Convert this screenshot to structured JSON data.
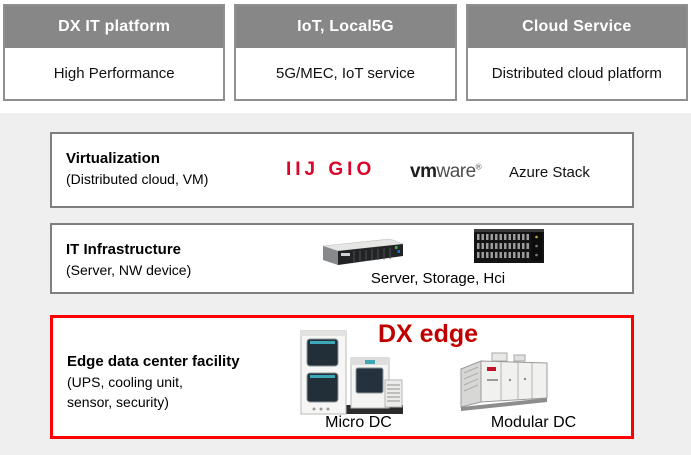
{
  "top_row": [
    {
      "header": "DX IT platform",
      "body": "High Performance"
    },
    {
      "header": "IoT, Local5G",
      "body": "5G/MEC, IoT service"
    },
    {
      "header": "Cloud Service",
      "body": "Distributed cloud platform"
    }
  ],
  "virtualization": {
    "title": "Virtualization",
    "subtitle": "(Distributed cloud, VM)",
    "logo_iij": "IIJ GIO",
    "logo_vm_bold": "vm",
    "logo_vm_light": "ware",
    "logo_vm_reg": "®",
    "logo_azure": "Azure Stack"
  },
  "it_infrastructure": {
    "title": "IT Infrastructure",
    "subtitle": "(Server, NW device)",
    "caption": "Server, Storage, Hci"
  },
  "edge": {
    "title": "Edge data center facility",
    "subtitle_line1": "(UPS, cooling unit,",
    "subtitle_line2": "sensor, security)",
    "badge": "DX edge",
    "micro_label": "Micro DC",
    "modular_label": "Modular DC"
  },
  "colors": {
    "header_gray": "#878787",
    "card_border": "#8f8f8f",
    "panel_gray": "#efefef",
    "layer_border": "#7f7f7f",
    "red_border": "#fe0000",
    "red_text": "#c00000",
    "iij_red": "#dc0428"
  }
}
